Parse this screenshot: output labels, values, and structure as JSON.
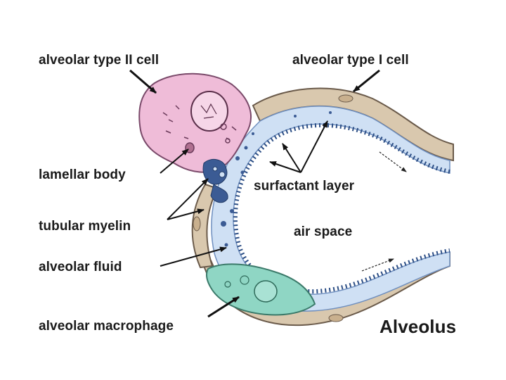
{
  "labels": {
    "type2_cell": "alveolar type II cell",
    "type1_cell": "alveolar type I cell",
    "lamellar_body": "lamellar body",
    "surfactant_layer": "surfactant layer",
    "tubular_myelin": "tubular myelin",
    "air_space": "air space",
    "alveolar_fluid": "alveolar fluid",
    "alveolar_macrophage": "alveolar macrophage",
    "diagram_title": "Alveolus"
  },
  "colors": {
    "outer_wall": "#d9c8ae",
    "wall_outline": "#6a5a4a",
    "fluid": "#cfe0f4",
    "surfactant": "#6f8fbf",
    "type2_cell": "#efbcd8",
    "macrophage": "#8fd6c4",
    "lamellar": "#3b5b94"
  }
}
